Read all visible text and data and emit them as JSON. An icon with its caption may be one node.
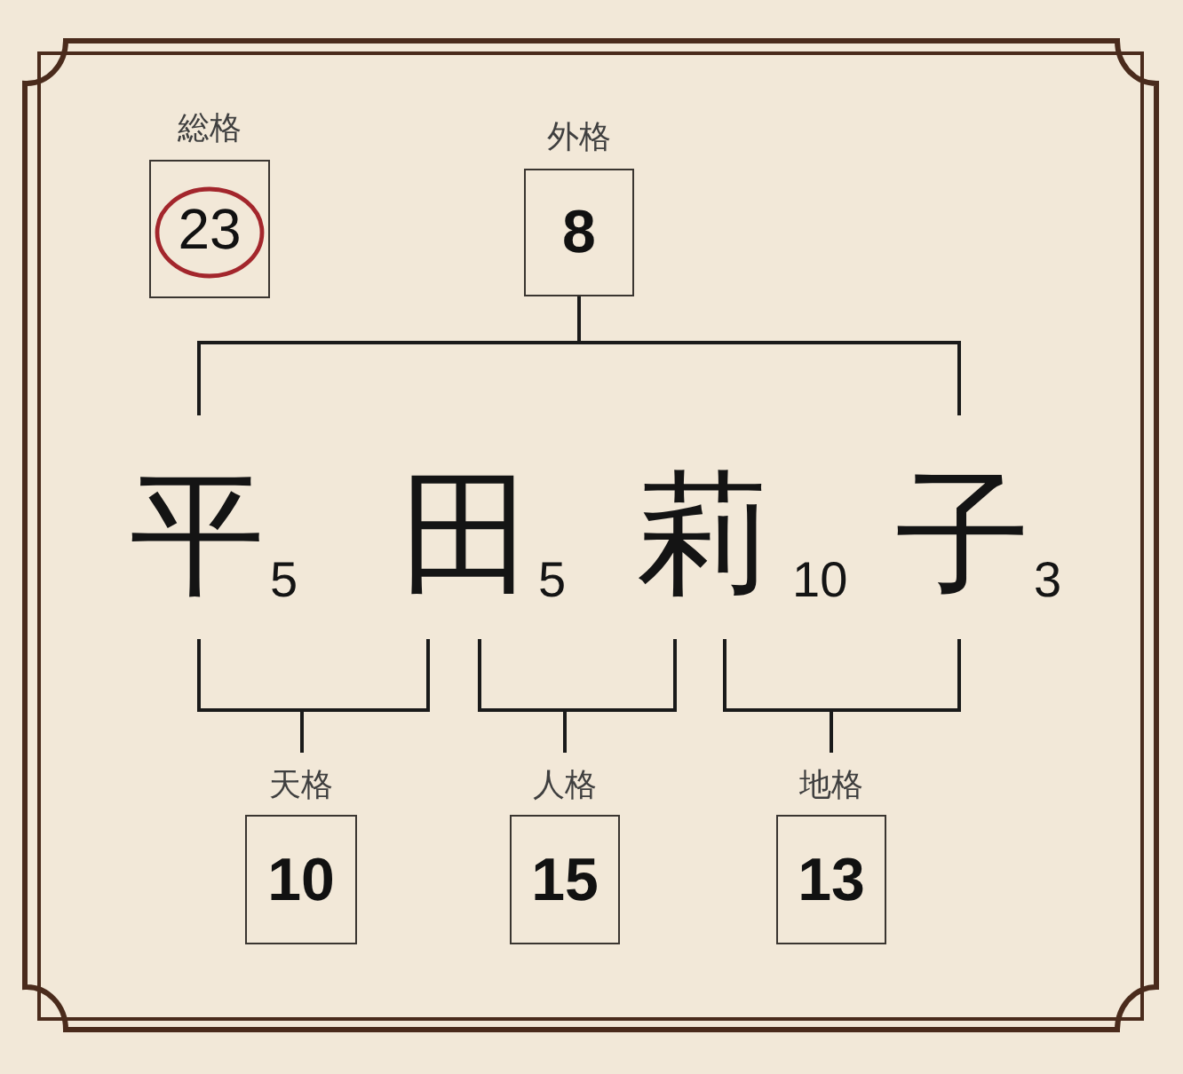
{
  "diagram": {
    "nodes": [
      {
        "text": [
          "総格",
          "23"
        ]
      },
      {
        "text": [
          "外格",
          "8"
        ]
      },
      {
        "text": [
          "平"
        ],
        "beside": [
          "5"
        ]
      },
      {
        "text": [
          "田"
        ],
        "beside": [
          "5"
        ]
      },
      {
        "text": [
          "莉"
        ],
        "beside": [
          "10"
        ]
      },
      {
        "text": [
          "子"
        ],
        "beside": [
          "3"
        ]
      },
      {
        "text": [
          "天格",
          "10"
        ]
      },
      {
        "text": [
          "人格",
          "15"
        ]
      },
      {
        "text": [
          "地格",
          "13"
        ]
      }
    ],
    "edges": [
      {
        "from": 1,
        "to": 2,
        "arrow": "none"
      },
      {
        "from": 1,
        "to": 5,
        "arrow": "none"
      },
      {
        "from": 2,
        "to": 6,
        "arrow": "none"
      },
      {
        "from": 3,
        "to": 6,
        "arrow": "none"
      },
      {
        "from": 3,
        "to": 7,
        "arrow": "none"
      },
      {
        "from": 4,
        "to": 7,
        "arrow": "none"
      },
      {
        "from": 4,
        "to": 8,
        "arrow": "none"
      },
      {
        "from": 5,
        "to": 8,
        "arrow": "none"
      }
    ]
  }
}
